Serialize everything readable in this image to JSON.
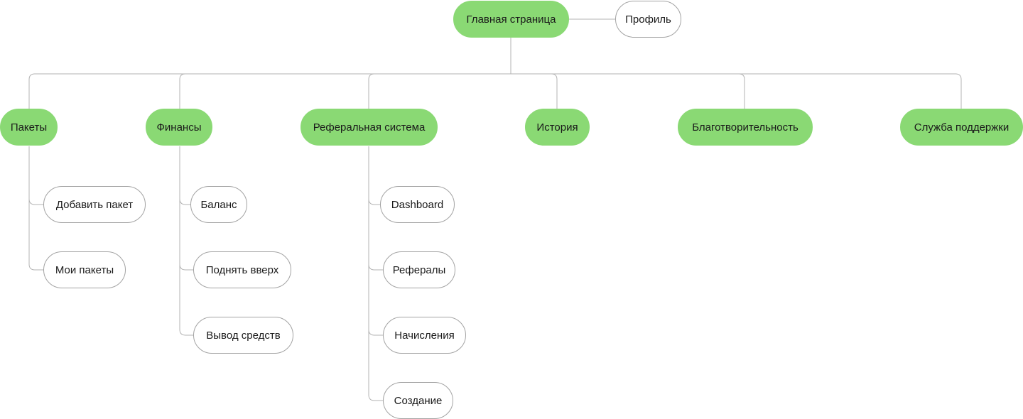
{
  "sitemap": {
    "root": {
      "label": "Главная страница"
    },
    "profile": {
      "label": "Профиль"
    },
    "sections": [
      {
        "label": "Пакеты",
        "children": [
          "Добавить пакет",
          "Мои пакеты"
        ]
      },
      {
        "label": "Финансы",
        "children": [
          "Баланс",
          "Поднять вверх",
          "Вывод средств"
        ]
      },
      {
        "label": "Реферальная система",
        "children": [
          "Dashboard",
          "Рефералы",
          "Начисления",
          "Создание"
        ]
      },
      {
        "label": "История",
        "children": []
      },
      {
        "label": "Благотворительность",
        "children": []
      },
      {
        "label": "Служба поддержки",
        "children": []
      }
    ]
  },
  "colors": {
    "primary_fill": "#8ad974",
    "secondary_border": "#a3a3a3",
    "connector": "#b3b3b3",
    "text": "#1a1a1a",
    "background": "#ffffff"
  }
}
